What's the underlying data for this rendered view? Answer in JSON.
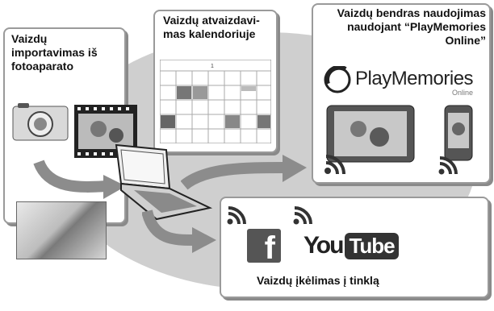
{
  "import_panel": {
    "title": "Vaizdų\nimportavimas iš\nfotoaparato"
  },
  "calendar_panel": {
    "title": "Vaizdų atvaizdavi-\nmas kalendoriuje",
    "month_label": "1"
  },
  "share_panel": {
    "title": "Vaizdų bendras naudojimas\nnaudojant “PlayMemories\nOnline”",
    "logo_main": "PlayMemories",
    "logo_sub": "Online"
  },
  "upload_panel": {
    "title": "Vaizdų įkėlimas į tinklą",
    "facebook_glyph": "f",
    "youtube_you": "You",
    "youtube_tube": "Tube"
  }
}
